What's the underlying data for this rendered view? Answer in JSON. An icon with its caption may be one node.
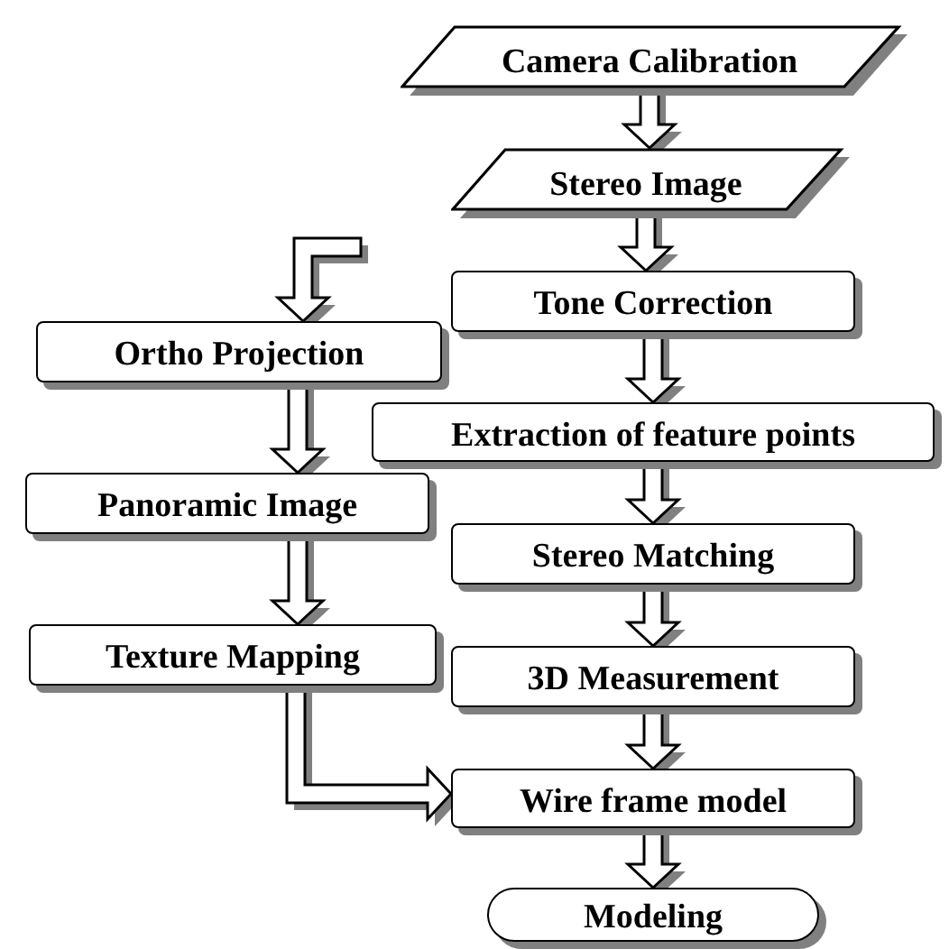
{
  "diagram": {
    "nodes": [
      {
        "text": [
          "Camera Calibration"
        ]
      },
      {
        "text": [
          "Stereo Image"
        ]
      },
      {
        "text": [
          "Tone Correction"
        ]
      },
      {
        "text": [
          "Extraction of feature points"
        ]
      },
      {
        "text": [
          "Stereo Matching"
        ]
      },
      {
        "text": [
          "3D Measurement"
        ]
      },
      {
        "text": [
          "Wire frame model"
        ]
      },
      {
        "text": [
          "Modeling"
        ]
      },
      {
        "text": [
          "Ortho Projection"
        ]
      },
      {
        "text": [
          "Panoramic Image"
        ]
      },
      {
        "text": [
          "Texture Mapping"
        ]
      }
    ],
    "edges": [
      {
        "from": 0,
        "to": 1,
        "arrow": "to"
      },
      {
        "from": 1,
        "to": 2,
        "arrow": "to"
      },
      {
        "from": 2,
        "to": 3,
        "arrow": "to"
      },
      {
        "from": 3,
        "to": 4,
        "arrow": "to"
      },
      {
        "from": 4,
        "to": 5,
        "arrow": "to"
      },
      {
        "from": 5,
        "to": 6,
        "arrow": "to"
      },
      {
        "from": 6,
        "to": 7,
        "arrow": "to"
      },
      {
        "from": null,
        "to": 8,
        "arrow": "to"
      },
      {
        "from": 8,
        "to": 9,
        "arrow": "to"
      },
      {
        "from": 9,
        "to": 10,
        "arrow": "to"
      },
      {
        "from": 10,
        "to": 6,
        "arrow": "to"
      }
    ]
  }
}
